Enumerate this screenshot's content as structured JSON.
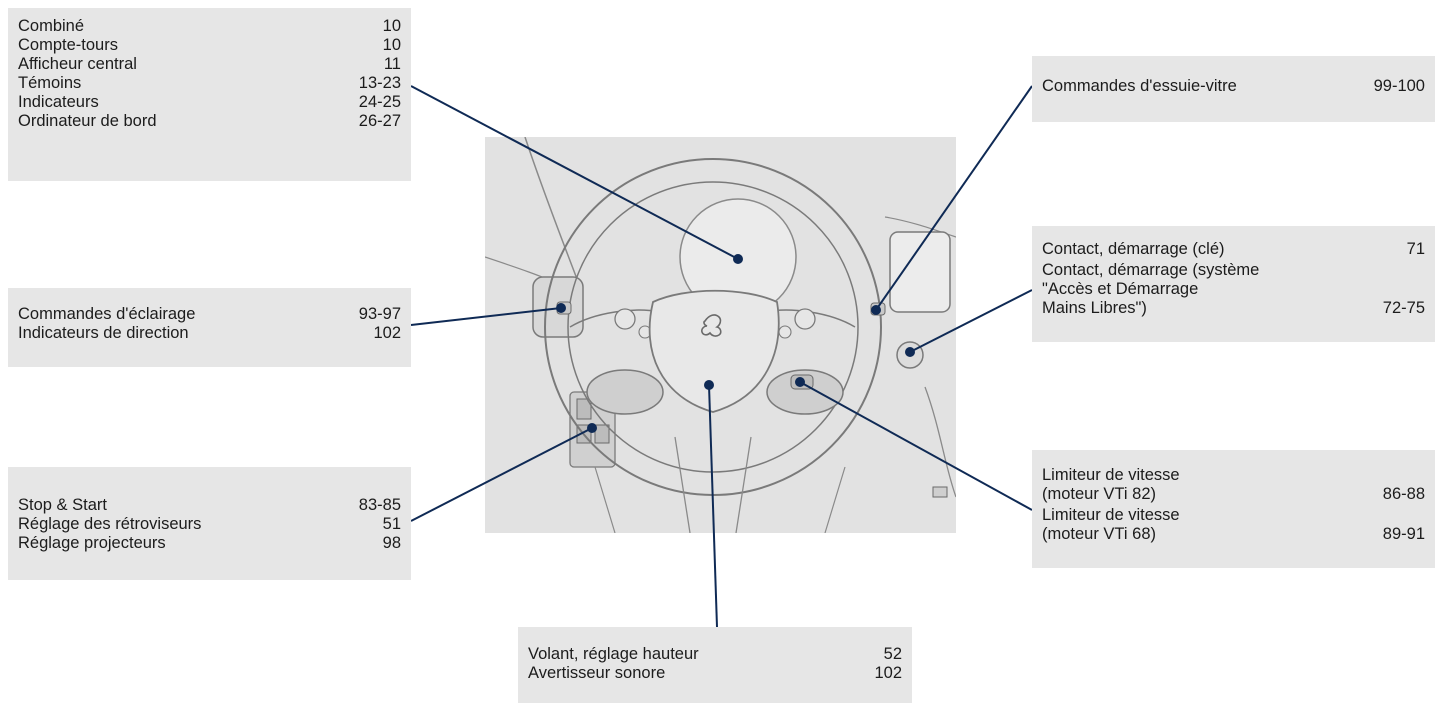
{
  "cluster": {
    "rows": [
      {
        "label": "Combiné",
        "page": "10"
      },
      {
        "label": "Compte-tours",
        "page": "10"
      },
      {
        "label": "Afficheur central",
        "page": "11"
      },
      {
        "label": "Témoins",
        "page": "13-23"
      },
      {
        "label": "Indicateurs",
        "page": "24-25"
      },
      {
        "label": "Ordinateur de bord",
        "page": "26-27"
      }
    ]
  },
  "lights": {
    "rows": [
      {
        "label": "Commandes d'éclairage",
        "page": "93-97"
      },
      {
        "label": "Indicateurs de direction",
        "page": "102"
      }
    ]
  },
  "stopstart": {
    "rows": [
      {
        "label": "Stop & Start",
        "page": "83-85"
      },
      {
        "label": "Réglage des rétroviseurs",
        "page": "51"
      },
      {
        "label": "Réglage projecteurs",
        "page": "98"
      }
    ]
  },
  "steering": {
    "rows": [
      {
        "label": "Volant, réglage hauteur",
        "page": "52"
      },
      {
        "label": "Avertisseur sonore",
        "page": "102"
      }
    ]
  },
  "wiper": {
    "rows": [
      {
        "label": "Commandes d'essuie-vitre",
        "page": "99-100"
      }
    ]
  },
  "ignition": {
    "rows": [
      {
        "label": "Contact, démarrage (clé)",
        "page": "71"
      },
      {
        "label": "Contact, démarrage (système\n  \"Accès et Démarrage\n  Mains Libres\")",
        "page": "72-75"
      }
    ]
  },
  "limiter": {
    "rows": [
      {
        "label": "Limiteur de vitesse\n  (moteur VTi 82)",
        "page": "86-88"
      },
      {
        "label": "Limiteur de vitesse\n  (moteur VTi 68)",
        "page": "89-91"
      }
    ]
  },
  "colors": {
    "box_background": "#e6e6e6",
    "leader_line": "#0f2a55",
    "illustration_background": "#e2e2e2",
    "illustration_line": "#7a7a7a"
  },
  "illustration": {
    "badge_icon": "lion-emblem-icon"
  }
}
